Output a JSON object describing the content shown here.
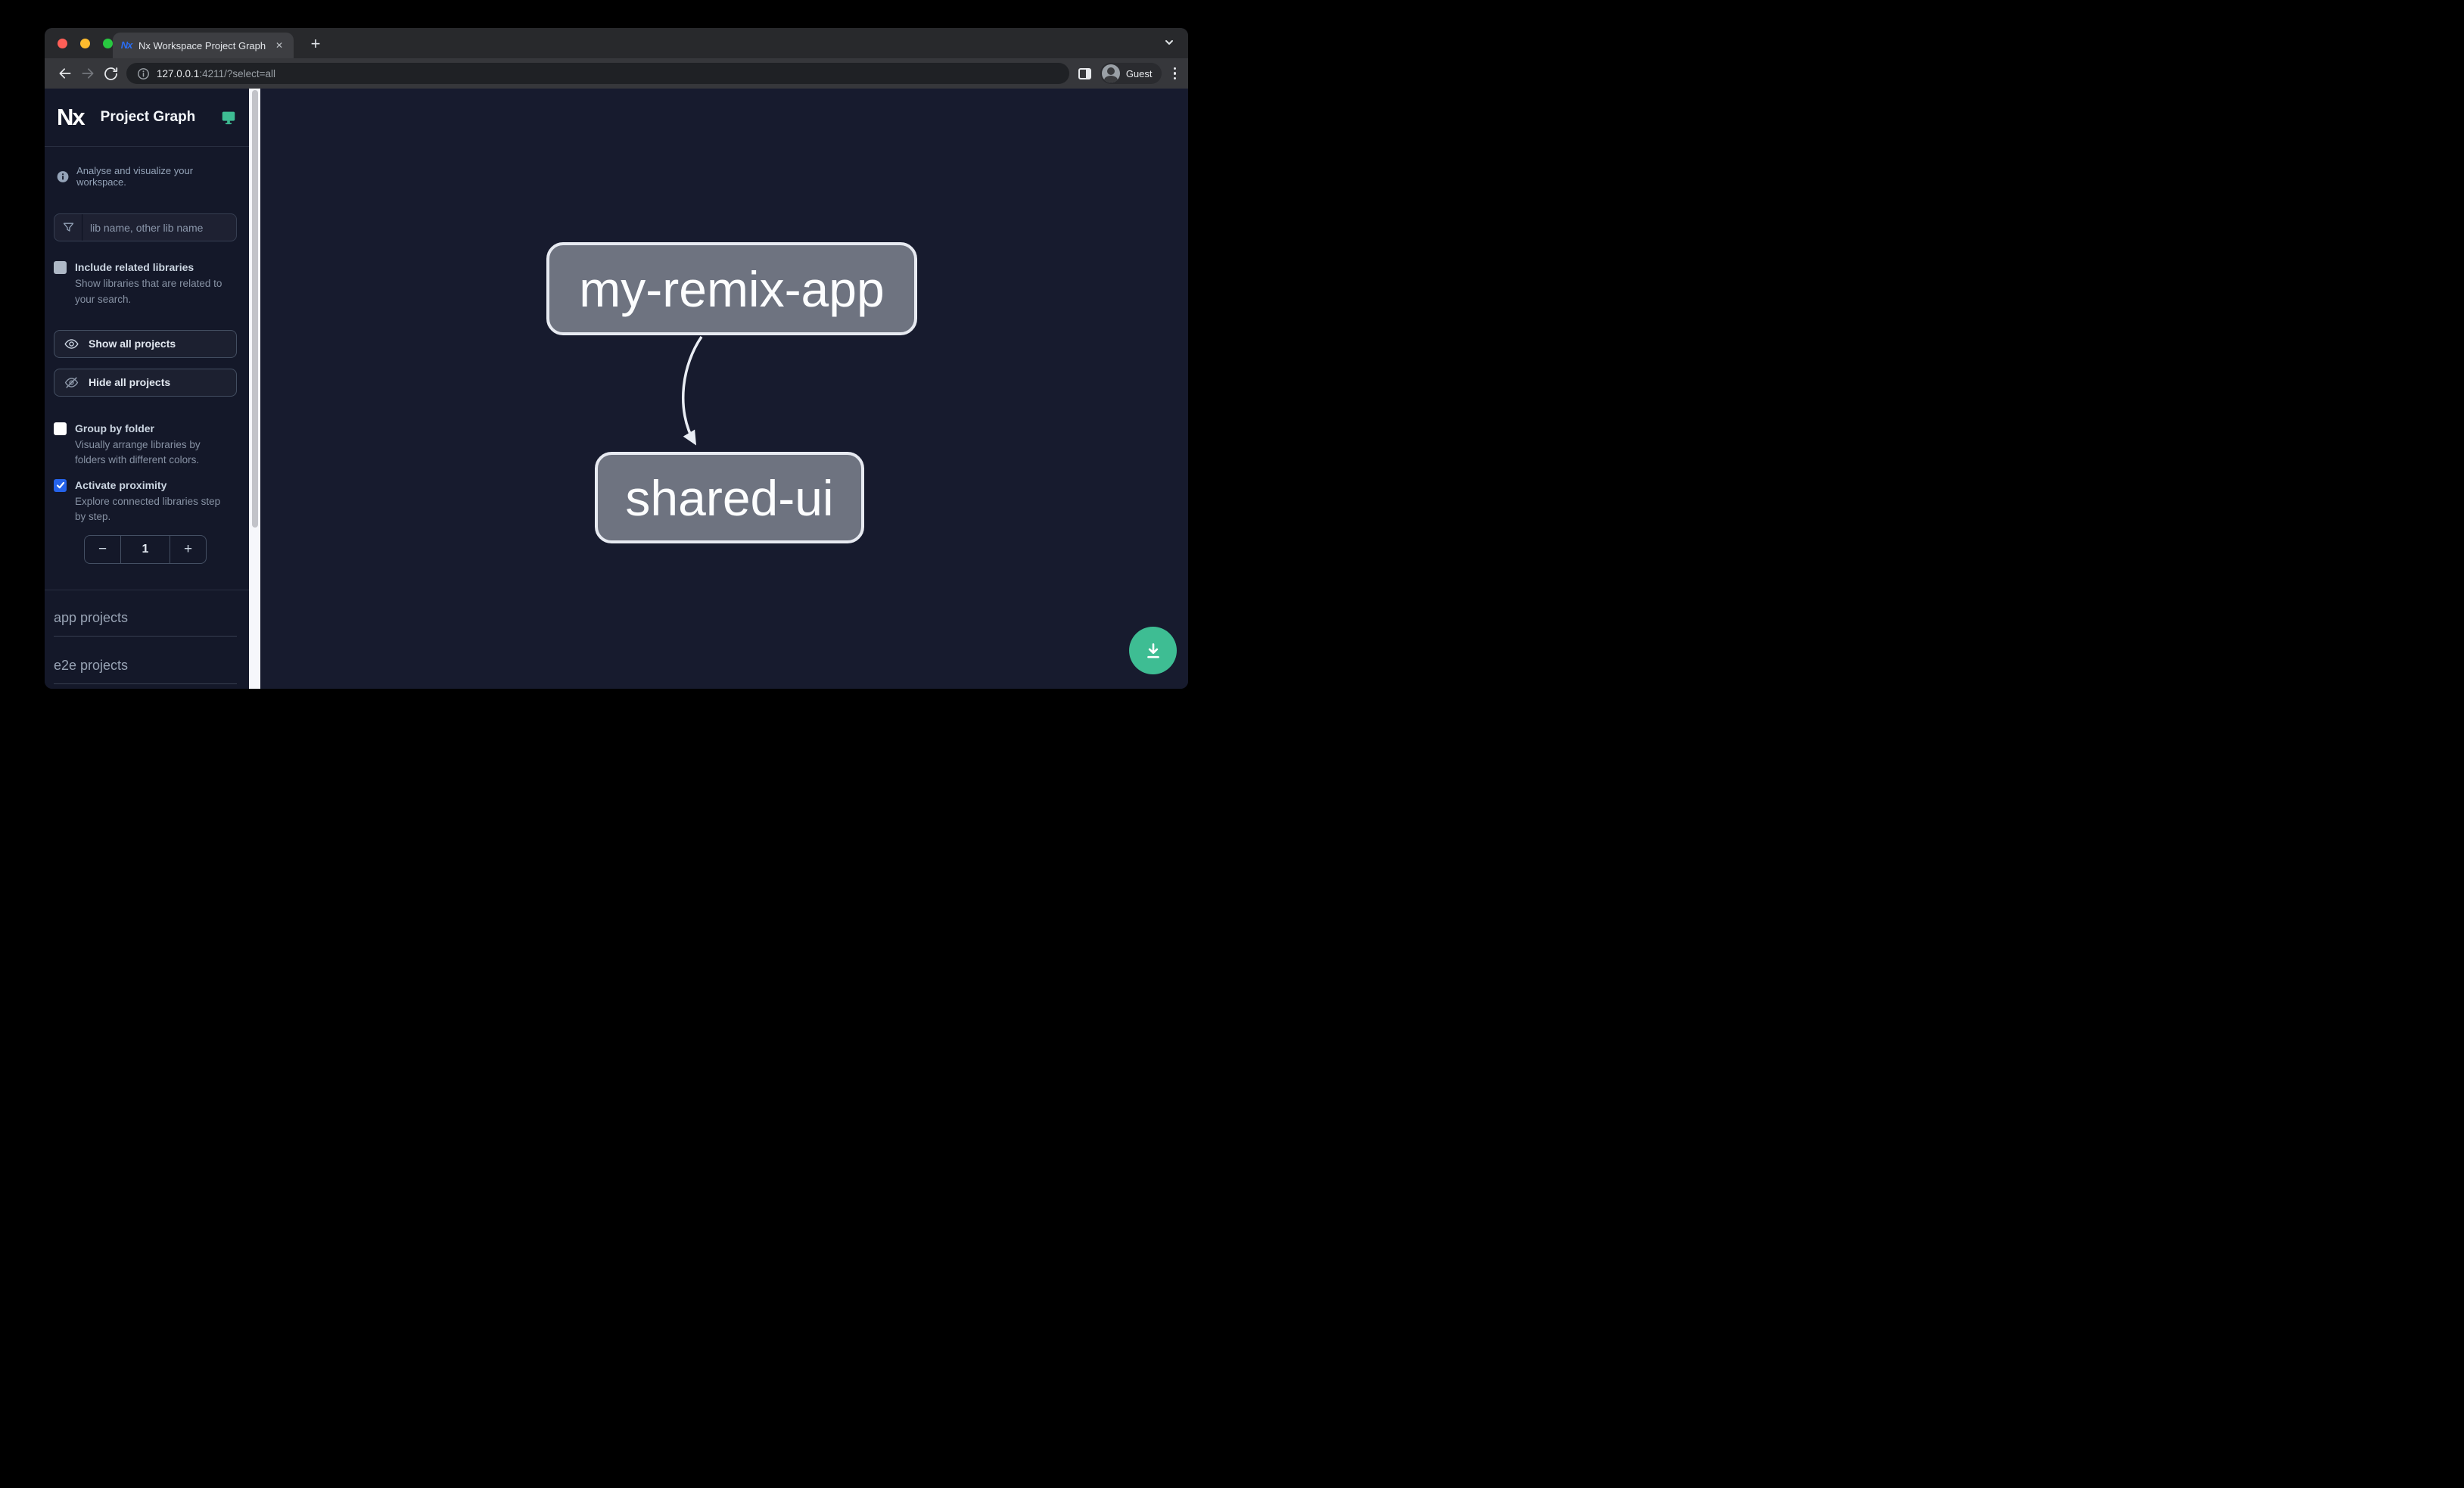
{
  "window": {
    "tab": {
      "title": "Nx Workspace Project Graph",
      "close_glyph": "✕",
      "favicon": "Nx"
    },
    "new_tab_glyph": "+",
    "toolbar": {
      "url_host": "127.0.0.1",
      "url_rest": ":4211/?select=all",
      "profile_label": "Guest"
    }
  },
  "sidebar": {
    "brand": {
      "logo_text": "Nx",
      "title": "Project Graph"
    },
    "tagline": "Analyse and visualize your workspace.",
    "filter_placeholder": "lib name, other lib name",
    "include_related": {
      "label": "Include related libraries",
      "description": "Show libraries that are related to your search.",
      "checked": false
    },
    "show_all_label": "Show all projects",
    "hide_all_label": "Hide all projects",
    "group_by_folder": {
      "label": "Group by folder",
      "description": "Visually arrange libraries by folders with different colors.",
      "checked": false
    },
    "activate_proximity": {
      "label": "Activate proximity",
      "description": "Explore connected libraries step by step.",
      "checked": true
    },
    "stepper": {
      "decrement": "−",
      "value": "1",
      "increment": "+"
    },
    "sections": [
      {
        "label": "app projects"
      },
      {
        "label": "e2e projects"
      }
    ]
  },
  "graph": {
    "nodes": [
      {
        "label": "my-remix-app"
      },
      {
        "label": "shared-ui"
      }
    ],
    "edges": [
      {
        "from": "my-remix-app",
        "to": "shared-ui"
      }
    ]
  },
  "fab": {
    "action": "download"
  },
  "colors": {
    "accent_green": "#3ebd93",
    "checkbox_blue": "#2563eb",
    "node_fill": "#6e7380",
    "node_border": "#e7eaf1",
    "sidebar_bg": "#141829",
    "canvas_bg": "#171b2e",
    "traffic_red": "#ff5f57",
    "traffic_yellow": "#febc2e",
    "traffic_green": "#28c840"
  }
}
